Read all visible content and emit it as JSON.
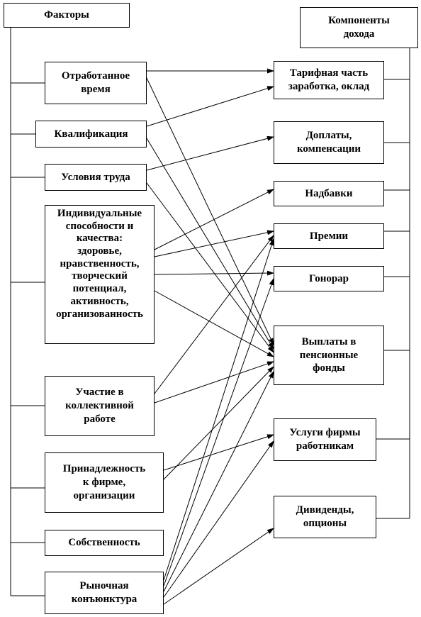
{
  "factors_header": "Факторы",
  "components_header": "Компоненты\nдохода",
  "factors": [
    {
      "id": "worked_time",
      "label": "Отработанное\nвремя"
    },
    {
      "id": "qualification",
      "label": "Квалификация"
    },
    {
      "id": "work_conditions",
      "label": "Условия труда"
    },
    {
      "id": "individual_abilities",
      "label": "Индивидуальные\nспособности и\nкачества:\nздоровье,\nнравственность,\nтворческий\nпотенциал,\nактивность,\nорганизованность"
    },
    {
      "id": "collective_work",
      "label": "Участие в\nколлективной\nработе"
    },
    {
      "id": "firm_membership",
      "label": "Принадлежность\nк фирме,\nорганизации"
    },
    {
      "id": "ownership",
      "label": "Собственность"
    },
    {
      "id": "market",
      "label": "Рыночная\nконъюнктура"
    }
  ],
  "components": [
    {
      "id": "tariff",
      "label": "Тарифная часть\nзаработка, оклад"
    },
    {
      "id": "surcharges",
      "label": "Доплаты,\nкомпенсации"
    },
    {
      "id": "allowances",
      "label": "Надбавки"
    },
    {
      "id": "bonuses",
      "label": "Премии"
    },
    {
      "id": "fee",
      "label": "Гонорар"
    },
    {
      "id": "pension",
      "label": "Выплаты в\nпенсионные\nфонды"
    },
    {
      "id": "services",
      "label": "Услуги фирмы\nработникам"
    },
    {
      "id": "dividends",
      "label": "Дивиденды,\nопционы"
    }
  ],
  "links": [
    [
      "worked_time",
      "tariff"
    ],
    [
      "worked_time",
      "pension"
    ],
    [
      "qualification",
      "tariff"
    ],
    [
      "qualification",
      "pension"
    ],
    [
      "work_conditions",
      "surcharges"
    ],
    [
      "work_conditions",
      "pension"
    ],
    [
      "individual_abilities",
      "allowances"
    ],
    [
      "individual_abilities",
      "bonuses"
    ],
    [
      "individual_abilities",
      "fee"
    ],
    [
      "individual_abilities",
      "pension"
    ],
    [
      "collective_work",
      "bonuses"
    ],
    [
      "collective_work",
      "pension"
    ],
    [
      "firm_membership",
      "services"
    ],
    [
      "firm_membership",
      "pension"
    ],
    [
      "market",
      "bonuses"
    ],
    [
      "market",
      "fee"
    ],
    [
      "market",
      "pension"
    ],
    [
      "market",
      "services"
    ],
    [
      "market",
      "dividends"
    ]
  ]
}
